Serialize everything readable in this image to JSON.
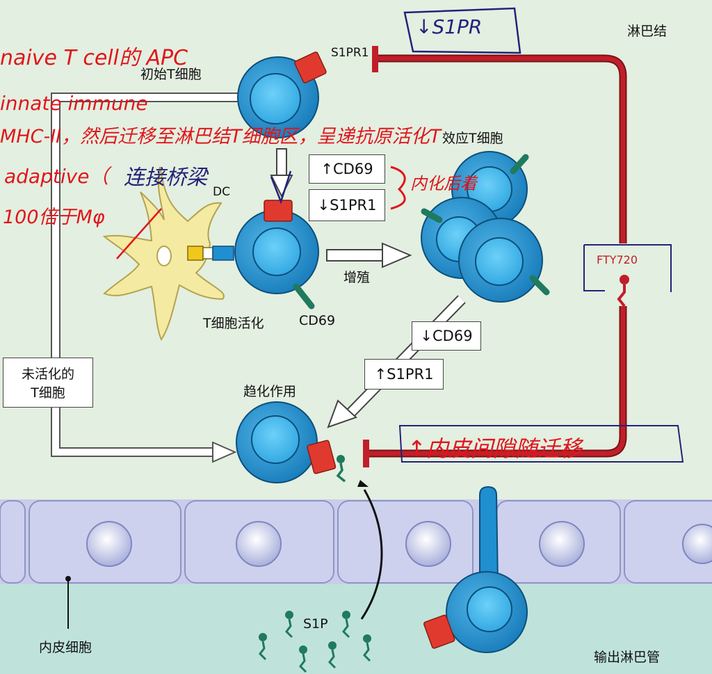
{
  "labels": {
    "lymph_node": "淋巴结",
    "naive_t_cell": "初始T细胞",
    "s1pr1_top": "S1PR1",
    "effector_t_cell": "效应T细胞",
    "dc": "DC",
    "t_cell_activation": "T细胞活化",
    "cd69": "CD69",
    "proliferation": "增殖",
    "chemotaxis": "趋化作用",
    "unactivated_t_cell_line1": "未活化的",
    "unactivated_t_cell_line2": "T细胞",
    "endothelial_cell": "内皮细胞",
    "s1p": "S1P",
    "efferent_lymphatic": "输出淋巴管",
    "fty720": "FTY720"
  },
  "boxes": {
    "cd69_up": "↑CD69",
    "s1pr1_down": "↓S1PR1",
    "cd69_down": "↓CD69",
    "s1pr1_up": "↑S1PR1"
  },
  "annotations": {
    "s1pr_down_note": "↓S1PR",
    "naive_note": "naive T cell的 APC",
    "innate_note": "innate immune",
    "mhc_note": "MHC-II，然后迁移至淋巴结T细胞区，呈递抗原活化T",
    "adaptive_note": "adaptive（",
    "bridge_note": "连接桥梁",
    "times_note": "100倍于Mφ",
    "after_note": "内化后着",
    "bottom_note": "↑内皮间隙随迁移"
  },
  "colors": {
    "background": "#e3efe0",
    "cell_blue": "#1f8fd0",
    "nucleus_blue": "#3bb4ee",
    "receptor_red": "#e03a2e",
    "inhibit_line": "#c01f2a",
    "cd69_green": "#1f7a5e",
    "dc_yellow": "#f5eaa2",
    "endothelium": "#c9cdea",
    "lymph_vessel": "#bfe3da",
    "handwriting_red": "#e0161c",
    "handwriting_blue": "#23227a"
  }
}
